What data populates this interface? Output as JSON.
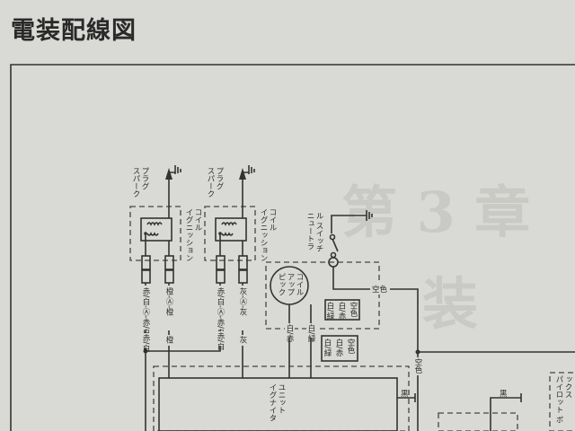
{
  "title": "電装配線図",
  "watermark": {
    "chapter": "第 3 章",
    "sub": "装"
  },
  "components": {
    "spark_plug": "スパーク プラグ",
    "ignition_coil": "イグニッション コイル",
    "neutral_switch": "ニュートラル スイッチ",
    "pickup_coil": "ピック アップ コイル",
    "igniter_unit": "イグナイタ ユニット",
    "pilot_box": "パイロット ボックス"
  },
  "wires": {
    "w1": "赤/白-Ⓐ-赤/白",
    "w2": "橙-Ⓐ-橙",
    "w3": "赤/白-Ⓐ-赤/白",
    "w4": "灰-Ⓐ-灰",
    "b1": "赤/白",
    "b2": "橙",
    "b3": "赤/白",
    "b4": "灰",
    "pc1": "白/赤",
    "pc2": "白/緑",
    "sky": "空色",
    "black": "黒"
  },
  "connector": {
    "c1": "白/緑",
    "c2": "白/赤",
    "c3": "空色"
  }
}
